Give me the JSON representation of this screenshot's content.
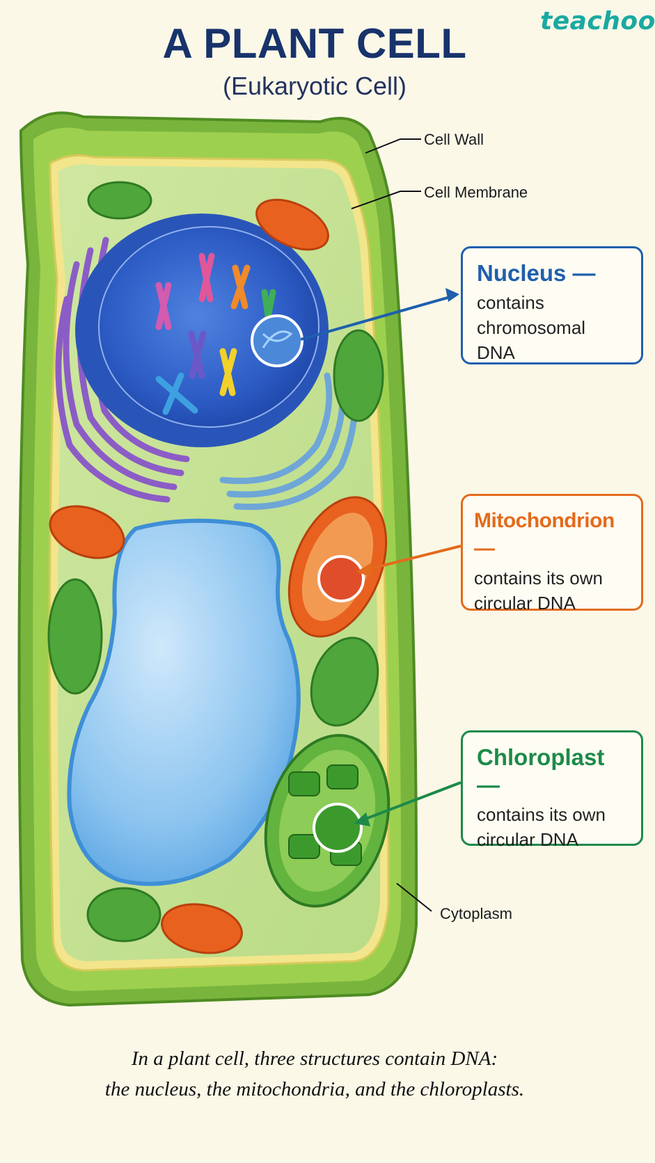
{
  "brand": "teachoo",
  "title": "A PLANT CELL",
  "subtitle": "(Eukaryotic Cell)",
  "labels": {
    "cell_wall": "Cell Wall",
    "cell_membrane": "Cell Membrane",
    "cytoplasm": "Cytoplasm"
  },
  "callouts": {
    "nucleus": {
      "head": "Nucleus —",
      "line1": "contains",
      "line2": "chromosomal DNA",
      "color": "#1f5fae"
    },
    "mitochondrion": {
      "head": "Mitochondrion —",
      "line1": "contains its own",
      "line2": "circular DNA",
      "color": "#e36b1c"
    },
    "chloroplast": {
      "head": "Chloroplast —",
      "line1": "contains its own",
      "line2": "circular DNA",
      "color": "#1d8a4a"
    }
  },
  "caption": {
    "line1": "In a plant cell, three structures contain DNA:",
    "line2": "the nucleus, the mitochondria, and the chloroplasts."
  }
}
